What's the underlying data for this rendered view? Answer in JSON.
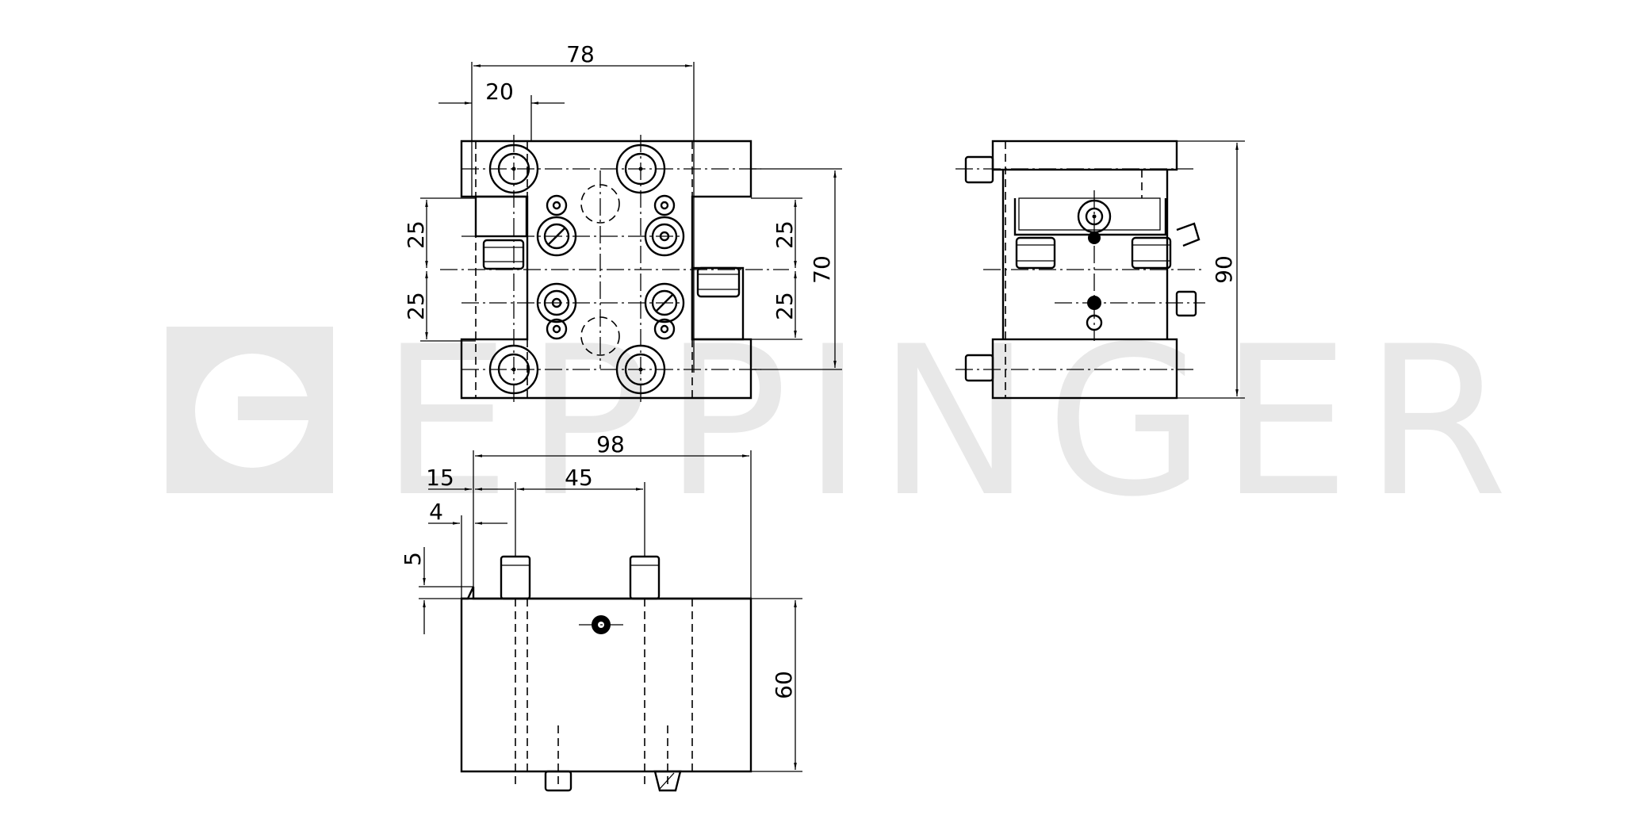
{
  "brand": {
    "name": "EPPINGER",
    "color": "#e8e8e8"
  },
  "dimensions": {
    "top_view": {
      "overall_width": "78",
      "offset": "20",
      "height": "70",
      "left_upper_pitch": "25",
      "left_lower_pitch": "25",
      "right_upper_pitch": "25",
      "right_lower_pitch": "25"
    },
    "side_view": {
      "height": "90"
    },
    "front_view": {
      "width": "98",
      "pin_offset": "15",
      "pin_pitch": "45",
      "small_offset": "4",
      "step": "5",
      "height": "60"
    }
  },
  "colors": {
    "line": "#000000",
    "background": "#ffffff",
    "watermark": "#e8e8e8"
  }
}
